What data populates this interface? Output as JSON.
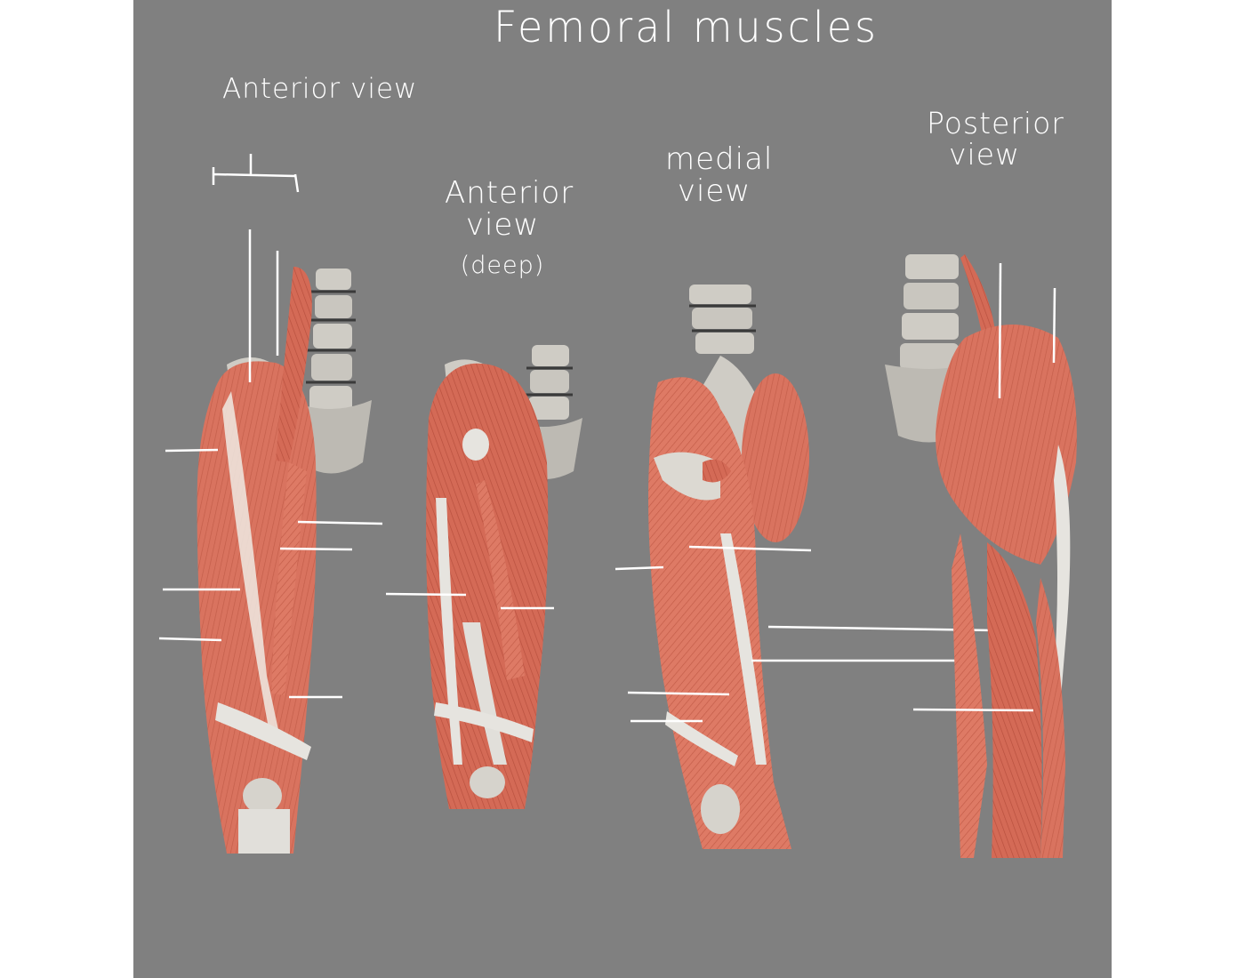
{
  "title": "Femoral muscles",
  "views": {
    "anterior": "Anterior view",
    "anterior_deep": "Anterior view",
    "anterior_deep_note": "(deep)",
    "medial": "medial view",
    "posterior": "Posterior view"
  },
  "colors": {
    "background": "#808080",
    "muscle": "#d9735f",
    "muscle_dark": "#b8503e",
    "tendon": "#e6e4df",
    "bone": "#c9c6bf",
    "leader_line": "#ffffff"
  }
}
